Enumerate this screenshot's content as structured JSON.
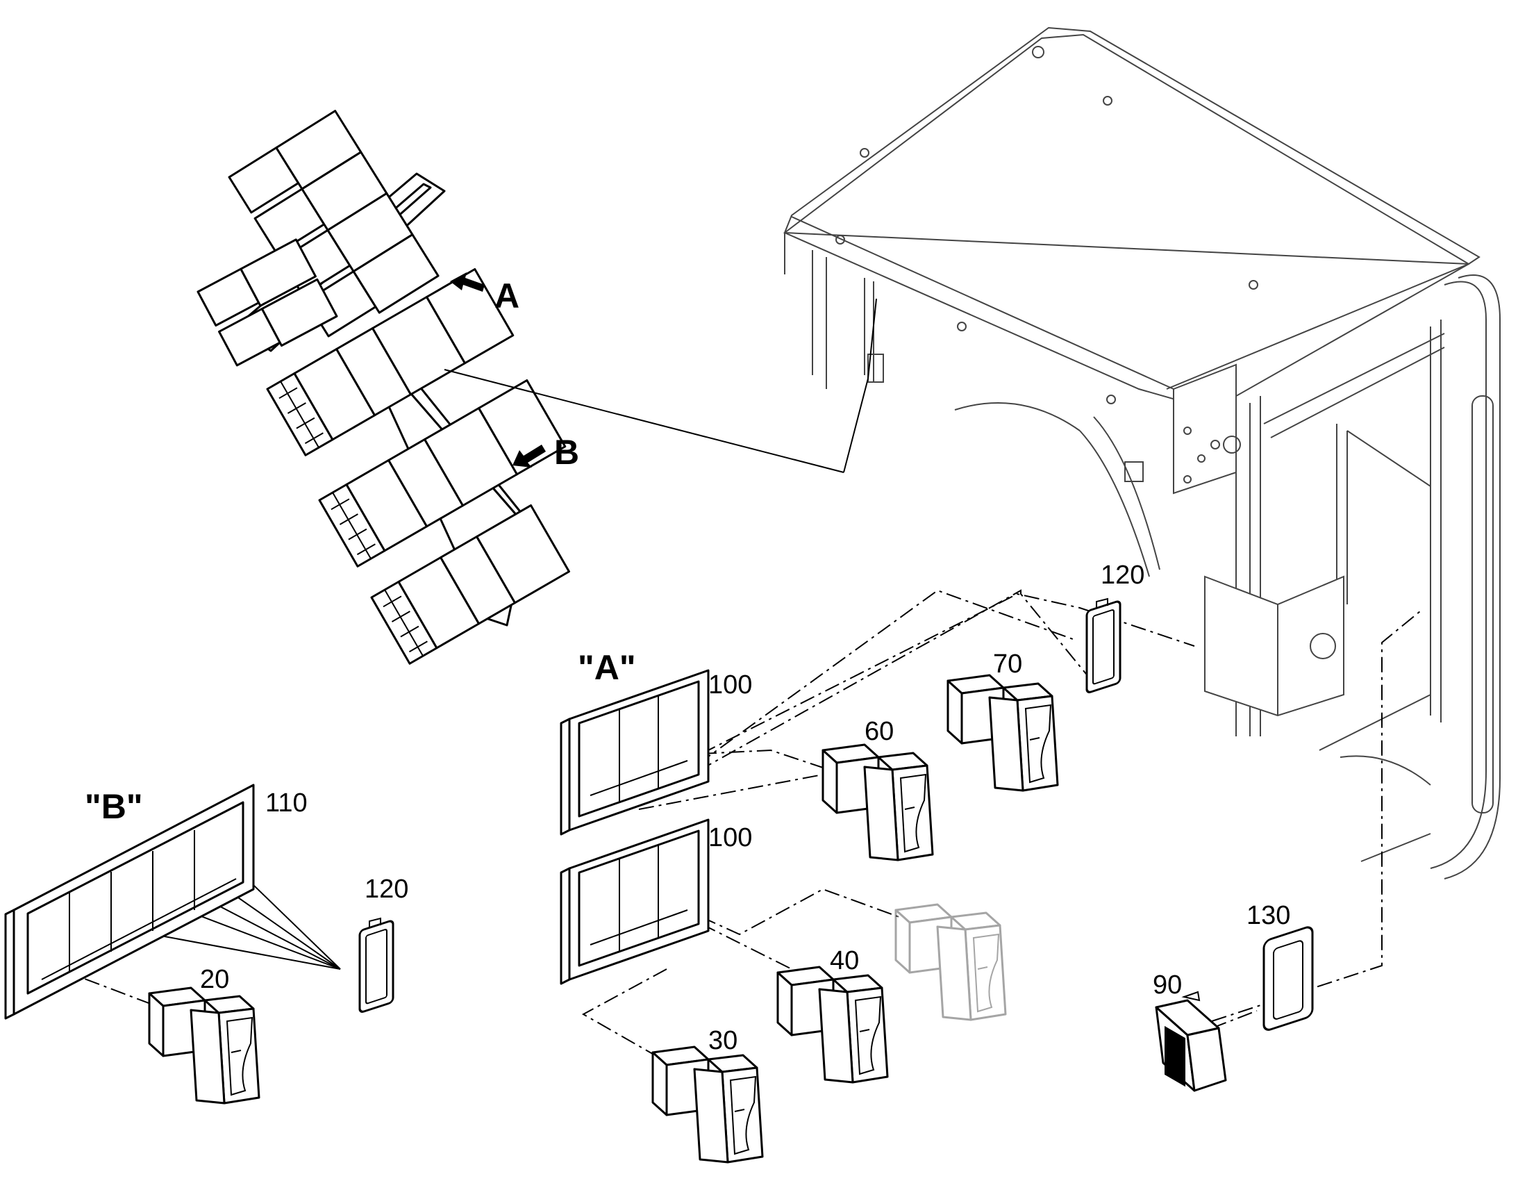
{
  "labels": {
    "arrow_a": "A",
    "arrow_b": "B",
    "view_a": "\"A\"",
    "view_b": "\"B\"",
    "frame_top": "100",
    "frame_bottom": "100",
    "frame_b": "110",
    "blank_top": "120",
    "blank_b": "120",
    "bezel": "130",
    "switch_20": "20",
    "switch_30": "30",
    "switch_40": "40",
    "switch_60": "60",
    "switch_70": "70",
    "switch_90": "90"
  }
}
